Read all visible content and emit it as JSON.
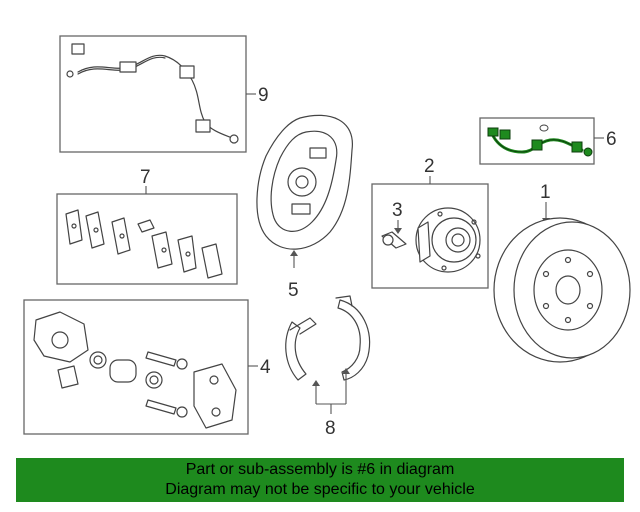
{
  "diagram": {
    "callouts": {
      "p1": "1",
      "p2": "2",
      "p3": "3",
      "p4": "4",
      "p5": "5",
      "p6": "6",
      "p7": "7",
      "p8": "8",
      "p9": "9"
    },
    "highlighted_part": "6",
    "colors": {
      "highlight": "#1e8a1e",
      "line_art": "#444444"
    }
  },
  "footer": {
    "line1": "Part or sub-assembly is #6 in diagram",
    "line2": "Diagram may not be specific to your vehicle",
    "background": "#1e8a1e"
  }
}
